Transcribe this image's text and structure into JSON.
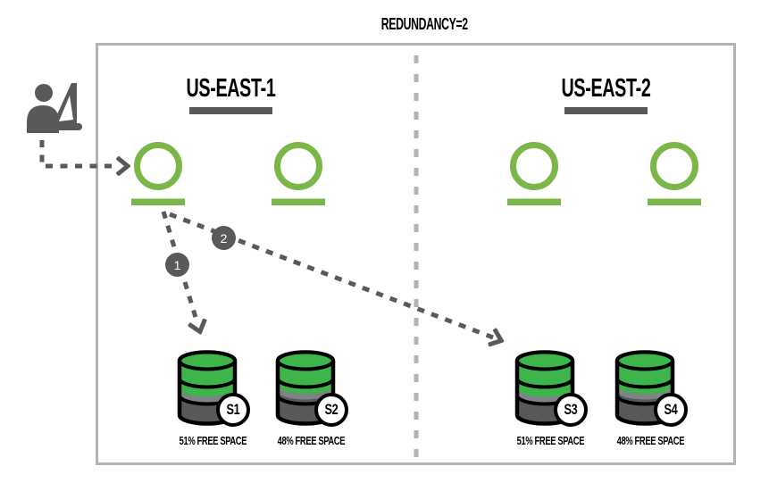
{
  "title": "REDUNDANCY=2",
  "diagram": {
    "regions": [
      {
        "name": "US-EAST-1",
        "instances": 2,
        "storages": [
          {
            "id": "S1",
            "free_percent": 51,
            "caption": "51% FREE SPACE"
          },
          {
            "id": "S2",
            "free_percent": 48,
            "caption": "48% FREE SPACE"
          }
        ]
      },
      {
        "name": "US-EAST-2",
        "instances": 2,
        "storages": [
          {
            "id": "S3",
            "free_percent": 51,
            "caption": "51% FREE SPACE"
          },
          {
            "id": "S4",
            "free_percent": 48,
            "caption": "48% FREE SPACE"
          }
        ]
      }
    ],
    "steps": [
      {
        "label": "1"
      },
      {
        "label": "2"
      }
    ],
    "icons": {
      "client": "person-at-computer-icon",
      "instance": "instance-ring-icon",
      "storage": "database-cylinder-icon"
    },
    "colors": {
      "instance_green": "#7ab648",
      "storage_green": "#3eb54a",
      "dark_gray": "#58595b",
      "mid_gray": "#808285",
      "frame_gray": "#b3b3b3",
      "underline_gray": "#595959"
    }
  }
}
